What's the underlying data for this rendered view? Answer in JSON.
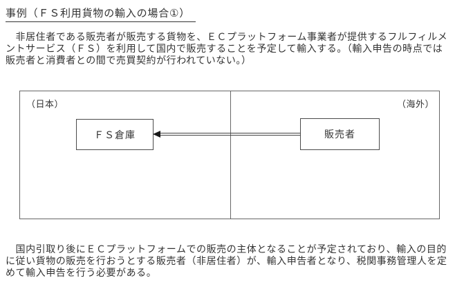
{
  "page": {
    "title": "事例（ＦＳ利用貨物の輸入の場合①）"
  },
  "intro": {
    "line1": "　非居住者である販売者が販売する貨物を、ＥＣプラットフォーム事業者が提供するフルフィルメ",
    "line2": "ントサービス（ＦＳ）を利用して国内で販売することを予定して輸入する。（輸入申告の時点では",
    "line3": "販売者と消費者との間で売買契約が行われていない。）"
  },
  "diagram": {
    "domestic_label": "（日本）",
    "overseas_label": "（海外）",
    "fs_warehouse_label": "ＦＳ倉庫",
    "seller_label": "販売者"
  },
  "note": {
    "line1": "　国内引取り後にＥＣプラットフォームでの販売の主体となることが予定されており、輸入の目的",
    "line2": "に従い貨物の販売を行おうとする販売者（非居住者）が、輸入申告者となり、税関事務管理人を定",
    "line3": "めて輸入申告を行う必要がある。"
  }
}
